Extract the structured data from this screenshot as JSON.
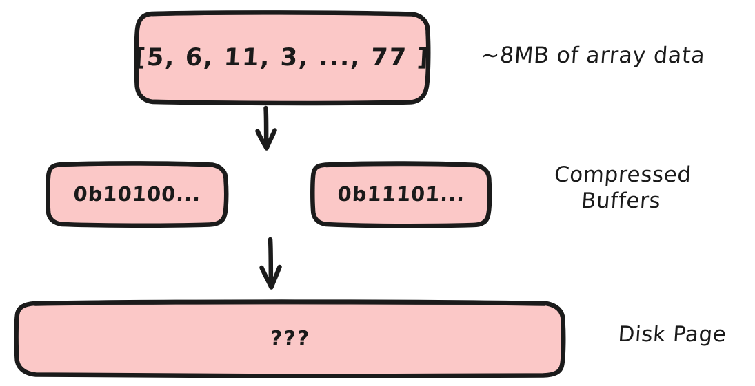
{
  "diagram": {
    "title": "compression-to-disk-page-flow",
    "background_color": "#ffffff",
    "node_fill_color": "#fbc8c7",
    "node_stroke_color": "#1b1b1b",
    "text_color": "#1a1a1a",
    "nodes": [
      {
        "id": "array",
        "text": "[5, 6, 11, 3, ..., 77 ]",
        "side_label": "~8MB of array data"
      },
      {
        "id": "buffer_left",
        "text": "0b10100..."
      },
      {
        "id": "buffer_right",
        "text": "0b11101..."
      },
      {
        "id": "disk_page",
        "text": "???",
        "side_label": "Disk Page"
      }
    ],
    "labels": {
      "array_data": "~8MB of array data",
      "compressed_buffers": "Compressed\nBuffers",
      "disk_page": "Disk Page"
    },
    "arrows": [
      {
        "id": "array-to-buffers",
        "from": "array",
        "to": "buffer_left",
        "direction": "down"
      },
      {
        "id": "buffers-to-disk",
        "from": "buffer_left",
        "to": "disk_page",
        "direction": "down"
      }
    ]
  }
}
